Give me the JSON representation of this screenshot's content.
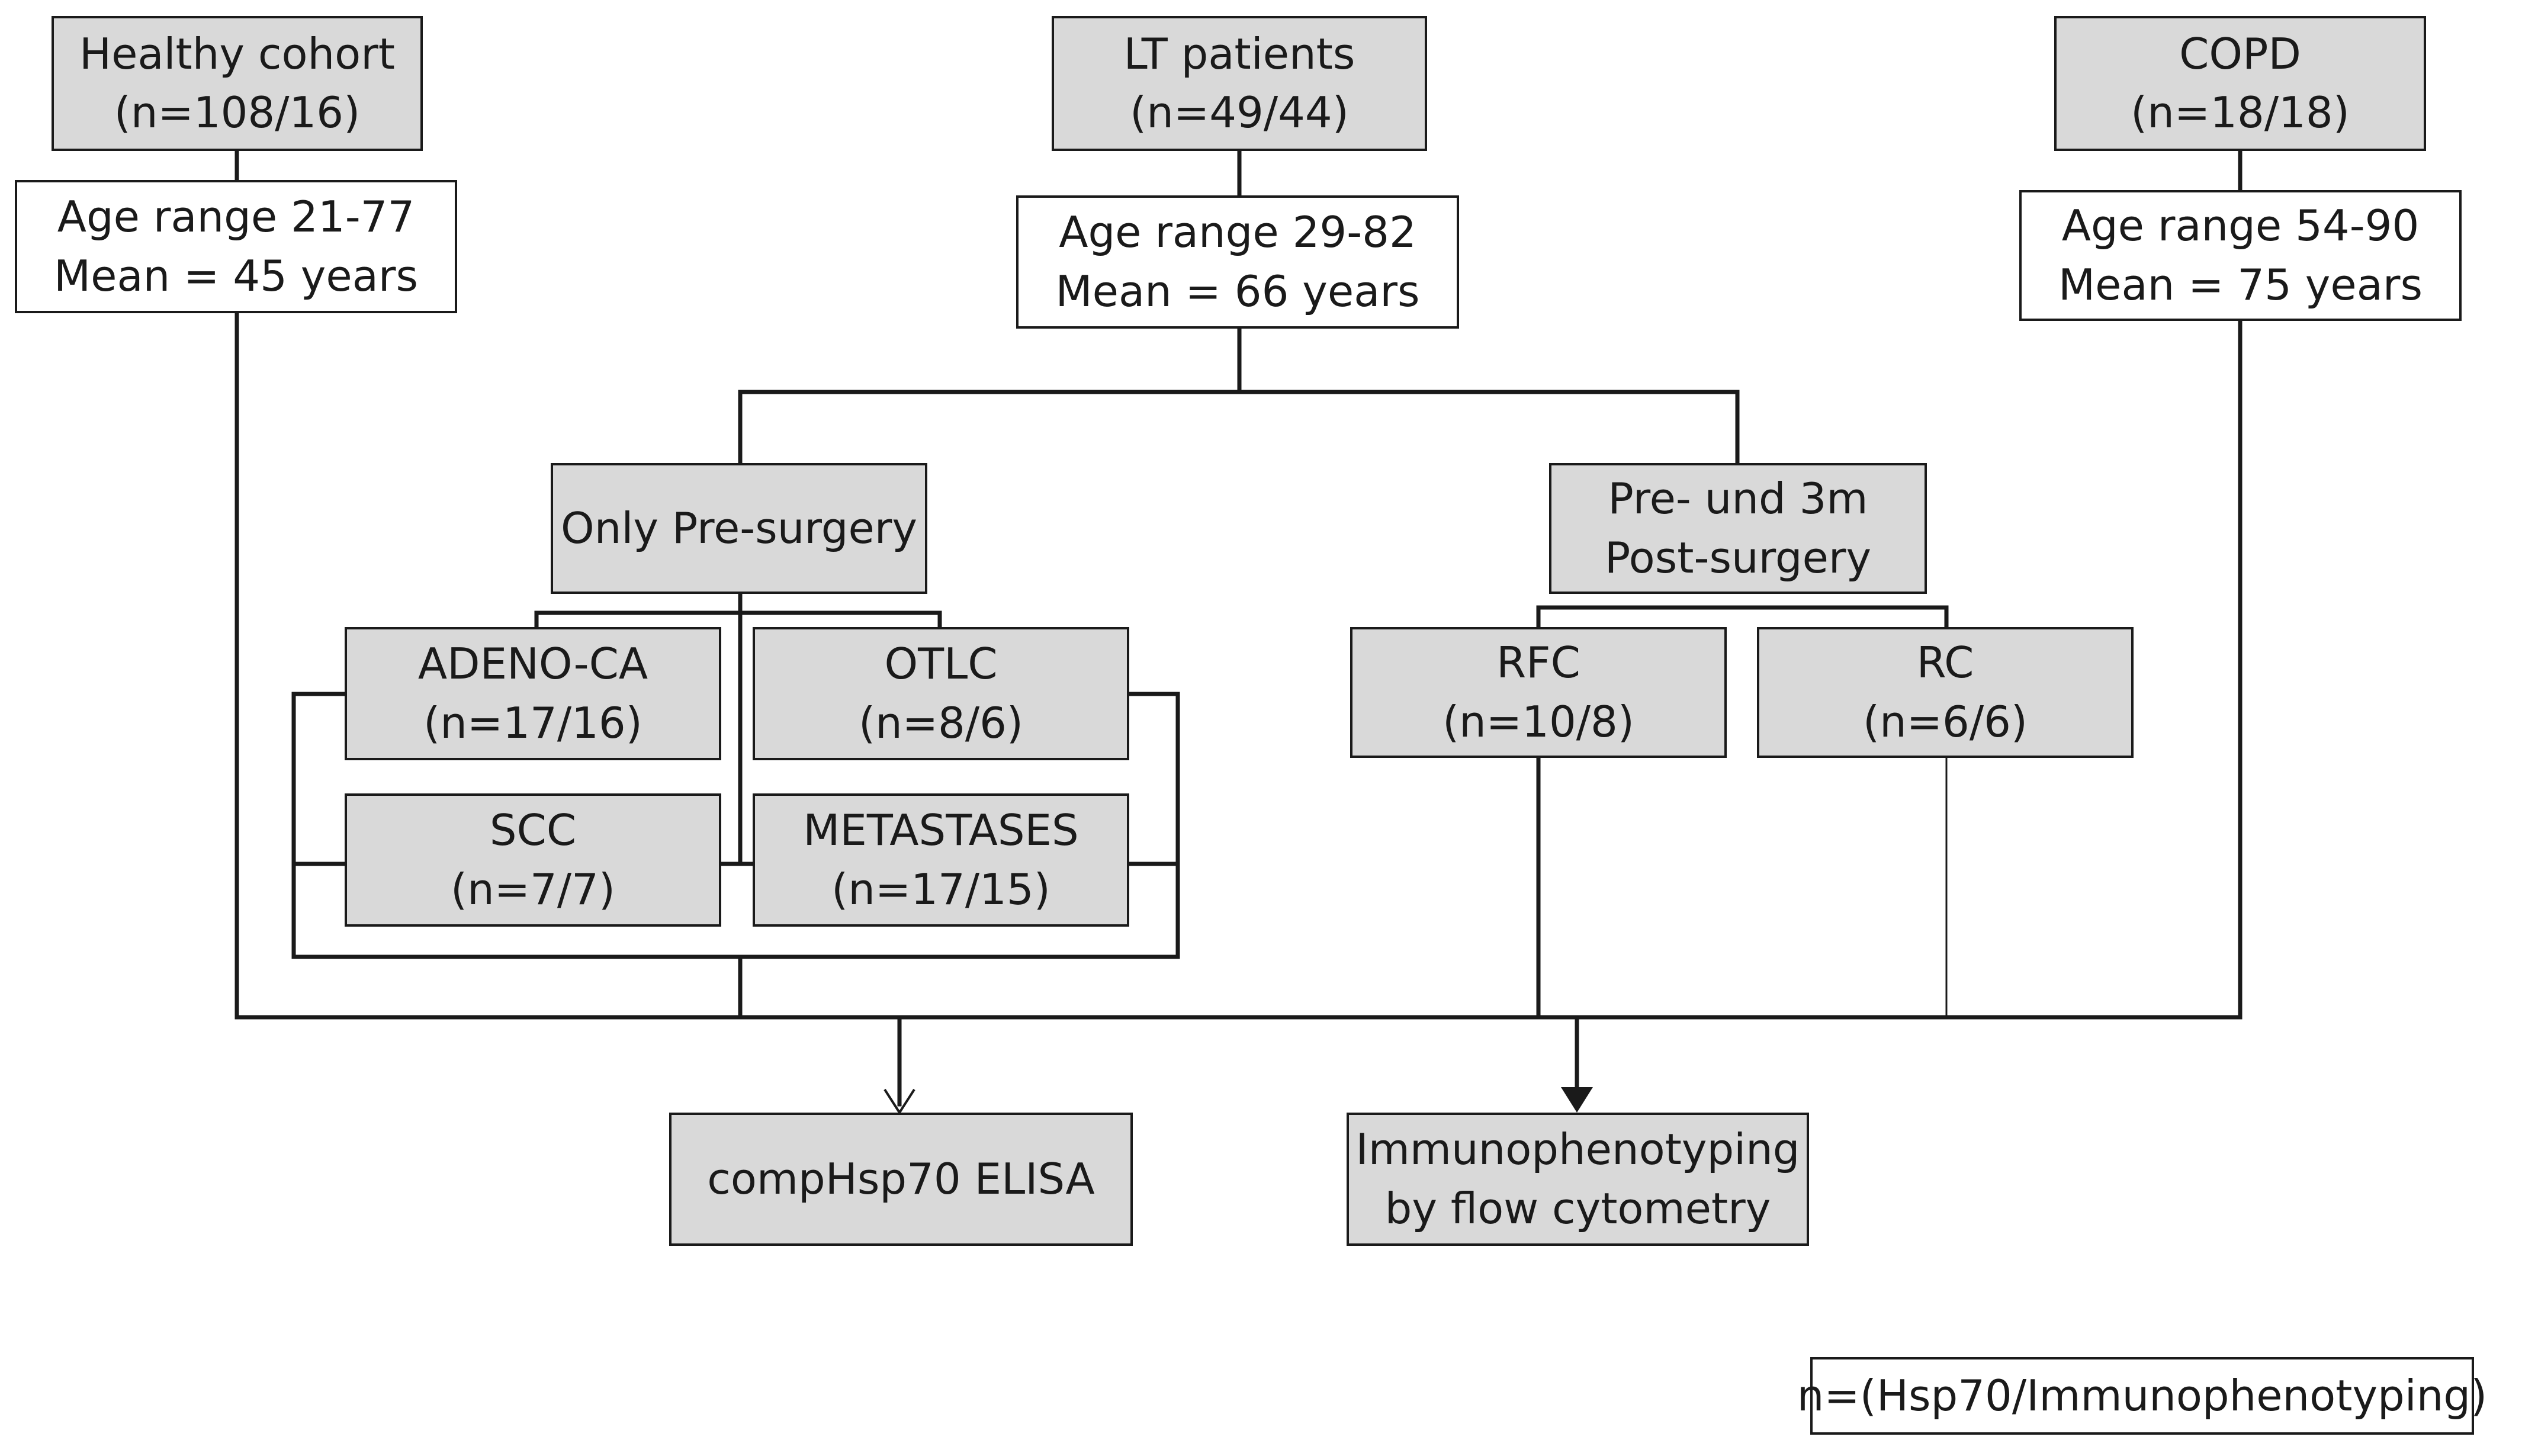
{
  "groups": {
    "healthy": {
      "title": "Healthy cohort",
      "count": "(n=108/16)",
      "age": "Age range 21-77",
      "mean": "Mean = 45 years"
    },
    "lt": {
      "title": "LT patients",
      "count": "(n=49/44)",
      "age": "Age range 29-82",
      "mean": "Mean = 66 years"
    },
    "copd": {
      "title": "COPD",
      "count": "(n=18/18)",
      "age": "Age range 54-90",
      "mean": "Mean = 75 years"
    }
  },
  "branches": {
    "only_pre": "Only Pre-surgery",
    "pre_post_line1": "Pre- und 3m",
    "pre_post_line2": "Post-surgery"
  },
  "subtypes": {
    "adeno": {
      "label": "ADENO-CA",
      "count": "(n=17/16)"
    },
    "otlc": {
      "label": "OTLC",
      "count": "(n=8/6)"
    },
    "scc": {
      "label": "SCC",
      "count": "(n=7/7)"
    },
    "metastases": {
      "label": "METASTASES",
      "count": "(n=17/15)"
    },
    "rfc": {
      "label": "RFC",
      "count": "(n=10/8)"
    },
    "rc": {
      "label": "RC",
      "count": "(n=6/6)"
    }
  },
  "outputs": {
    "elisa": "compHsp70 ELISA",
    "immuno_line1": "Immunophenotyping",
    "immuno_line2": "by flow cytometry"
  },
  "legend": "n=(Hsp70/Immunophenotyping)",
  "colors": {
    "box_fill": "#d9d9d9",
    "line": "#1a1a1a",
    "background": "#ffffff"
  }
}
